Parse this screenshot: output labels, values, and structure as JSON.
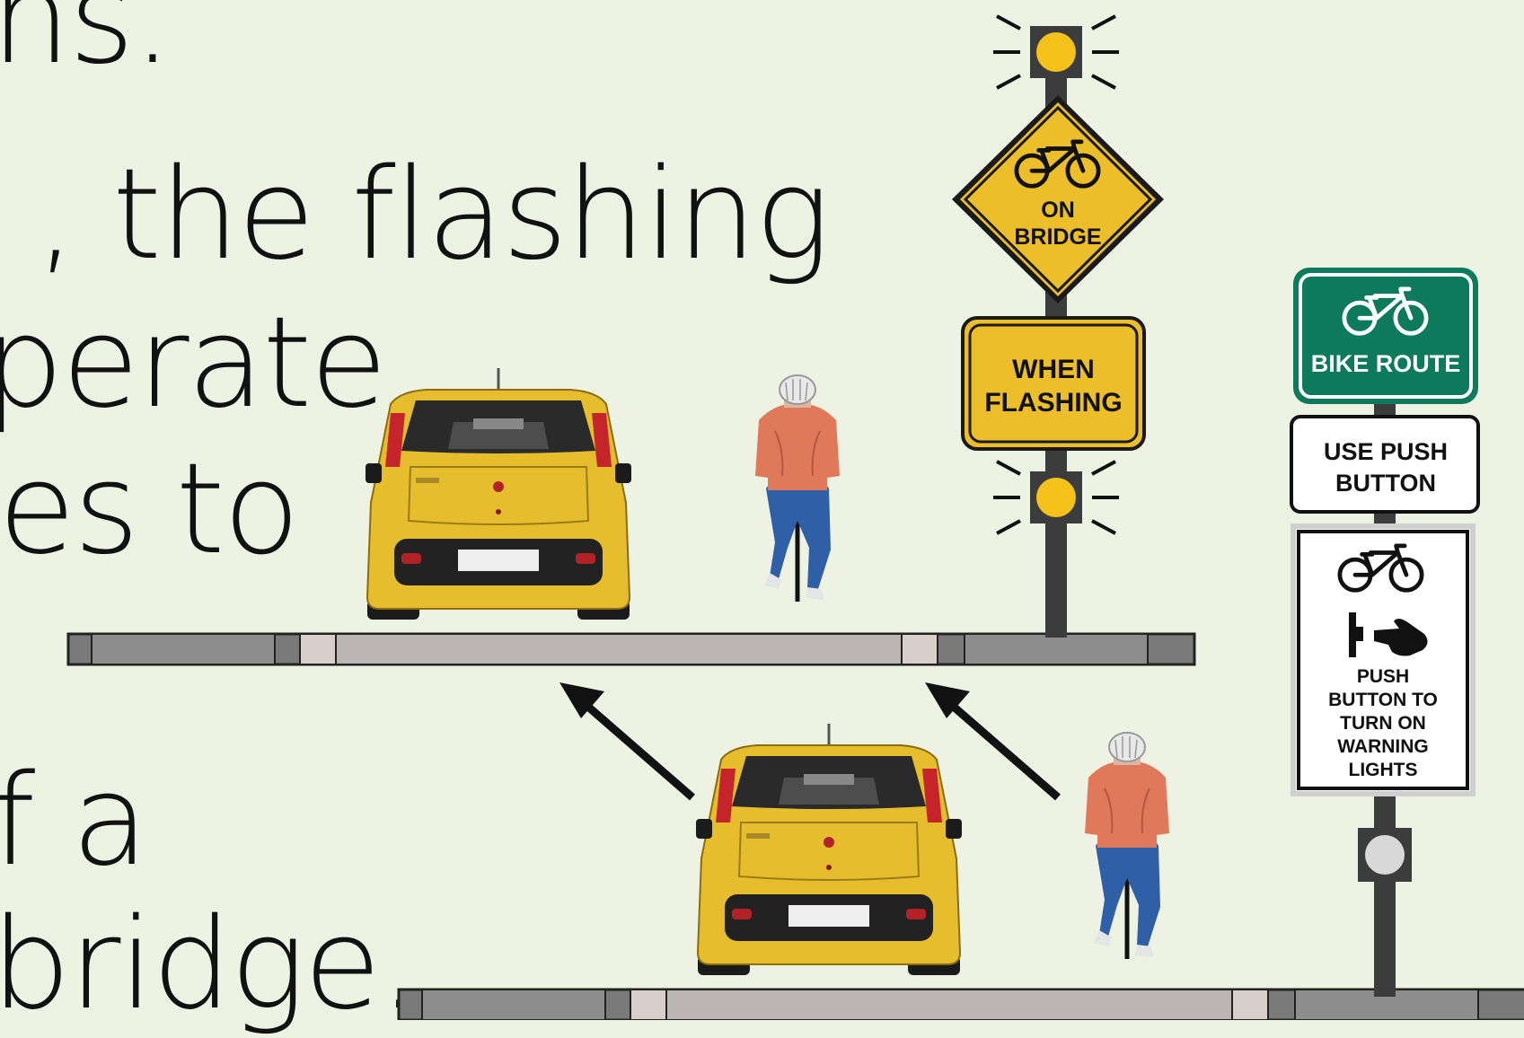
{
  "text_fragments": [
    "ns.",
    ", the flashing",
    "perate",
    "es to",
    "f a",
    "bridge."
  ],
  "signs": {
    "warning_diamond": {
      "line1": "ON",
      "line2": "BRIDGE"
    },
    "plaque": {
      "line1": "WHEN",
      "line2": "FLASHING"
    },
    "bike_route": {
      "label": "BIKE ROUTE"
    },
    "push_button_sign": {
      "line1": "USE PUSH",
      "line2": "BUTTON"
    },
    "instruction_sign": {
      "line1": "PUSH",
      "line2": "BUTTON TO",
      "line3": "TURN ON",
      "line4": "WARNING",
      "line5": "LIGHTS"
    }
  },
  "colors": {
    "background": "#eef2e3",
    "warning_yellow": "#ecbf2a",
    "route_green": "#0d7a5b",
    "car_yellow": "#e6bd2c",
    "pole": "#3c3c3c",
    "jacket": "#e0785a",
    "jeans": "#2f5fa6"
  },
  "icons": [
    "bicycle-icon",
    "push-button-icon",
    "pointing-hand-icon",
    "flashing-beacon-icon",
    "arrow-icon"
  ]
}
